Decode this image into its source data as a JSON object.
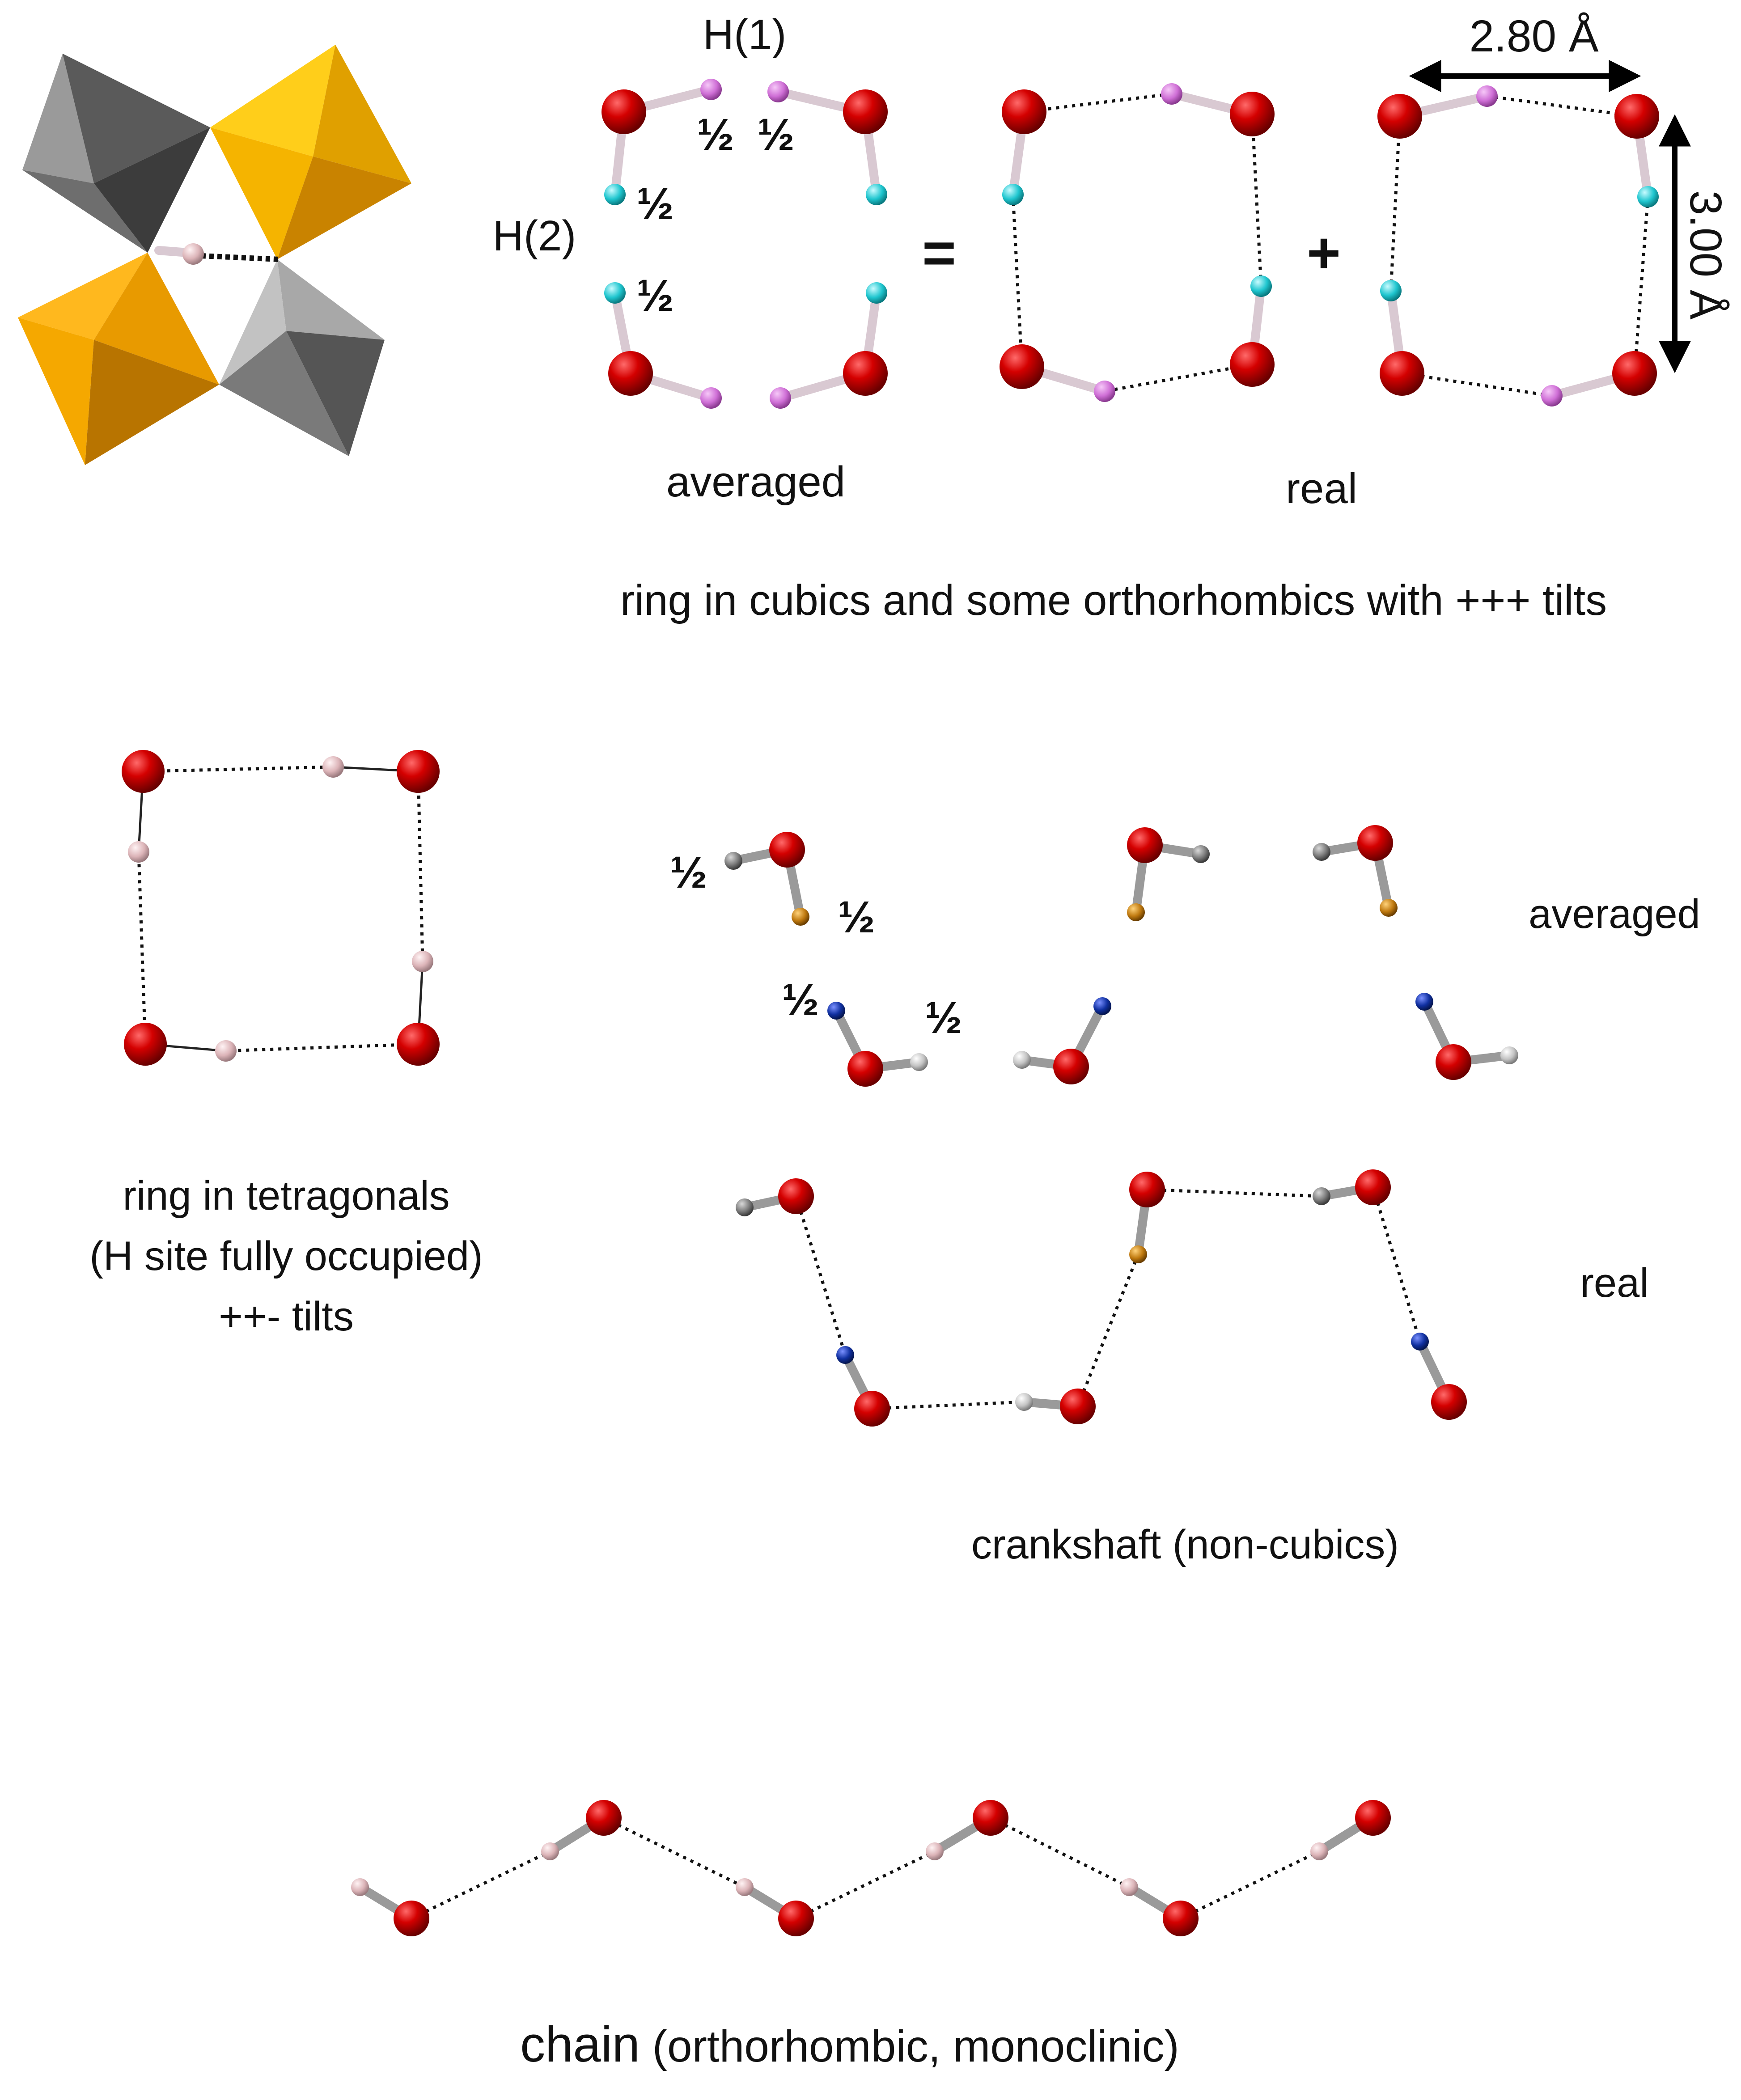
{
  "labels": {
    "h1": "H(1)",
    "h2": "H(2)",
    "half": "½",
    "equals": "=",
    "plus": "+",
    "dim_horizontal": "2.80 Å",
    "dim_vertical": "3.00 Å",
    "averaged_top": "averaged",
    "real_top": "real",
    "caption_cubic": "ring in cubics and some orthorhombics with +++ tilts",
    "caption_tetra_line1": "ring in tetragonals",
    "caption_tetra_line2": "(H site fully occupied)",
    "caption_tetra_line3": "++- tilts",
    "averaged_mid": "averaged",
    "real_mid": "real",
    "caption_crankshaft": "crankshaft (non-cubics)",
    "caption_chain_main": "chain",
    "caption_chain_paren": " (orthorhombic, monoclinic)"
  },
  "colors": {
    "oxygen": "#cc0000",
    "h1_site": "#d070d8",
    "h2_site": "#22c8d0",
    "h_pale": "#dcb4b8",
    "h_grey": "#8c8c8c",
    "h_orange": "#c07a10",
    "h_blue": "#1030a0",
    "octa_gold": "#f5b700",
    "octa_grey": "#a8a8a8"
  }
}
